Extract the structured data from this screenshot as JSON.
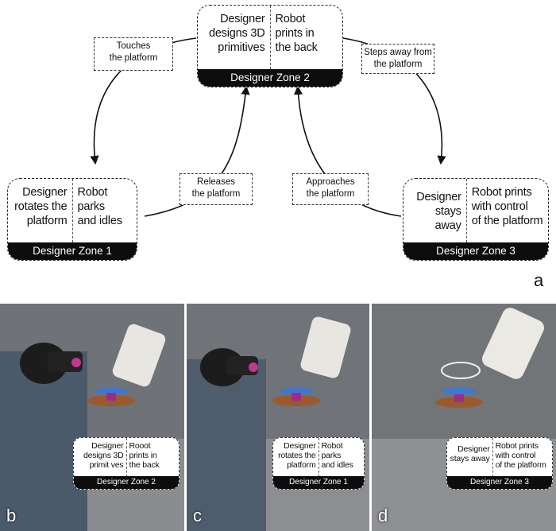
{
  "zones": {
    "zone2": {
      "left": "Designer designs 3D primitives",
      "right": "Robot prints in the back",
      "name": "Designer Zone 2",
      "left_lines": [
        "Designer",
        "designs 3D",
        "primitives"
      ],
      "right_lines": [
        "Robot",
        "prints in",
        "the back"
      ]
    },
    "zone1": {
      "left_lines": [
        "Designer",
        "rotates the",
        "platform"
      ],
      "right_lines": [
        "Robot",
        "parks",
        "and idles"
      ],
      "name": "Designer Zone 1"
    },
    "zone3": {
      "left_lines": [
        "Designer",
        "stays away"
      ],
      "right_lines": [
        "Robot prints",
        "with control",
        "of the platform"
      ],
      "name": "Designer Zone 3"
    }
  },
  "transitions": {
    "touches": [
      "Touches",
      "the platform"
    ],
    "steps_away": [
      "Steps away from",
      "the platform"
    ],
    "releases": [
      "Releases",
      "the platform"
    ],
    "approaches": [
      "Approaches",
      "the platform"
    ]
  },
  "panel_labels": {
    "a": "a",
    "b": "b",
    "c": "c",
    "d": "d"
  },
  "photo_overlays": {
    "b": {
      "left_lines": [
        "Designer",
        "designs 3D",
        "primit ves"
      ],
      "right_lines": [
        "Rooot",
        "prints in",
        "the back"
      ],
      "name": "Designer Zone 2"
    },
    "c": {
      "left_lines": [
        "Designer",
        "rotates the",
        "platform"
      ],
      "right_lines": [
        "Robot",
        "parks",
        "and idles"
      ],
      "name": "Designer Zone 1"
    },
    "d": {
      "left_lines": [
        "Designer",
        "stays away"
      ],
      "right_lines": [
        "Robot prints",
        "with control",
        "of the platform"
      ],
      "name": "Designer Zone 3"
    }
  }
}
